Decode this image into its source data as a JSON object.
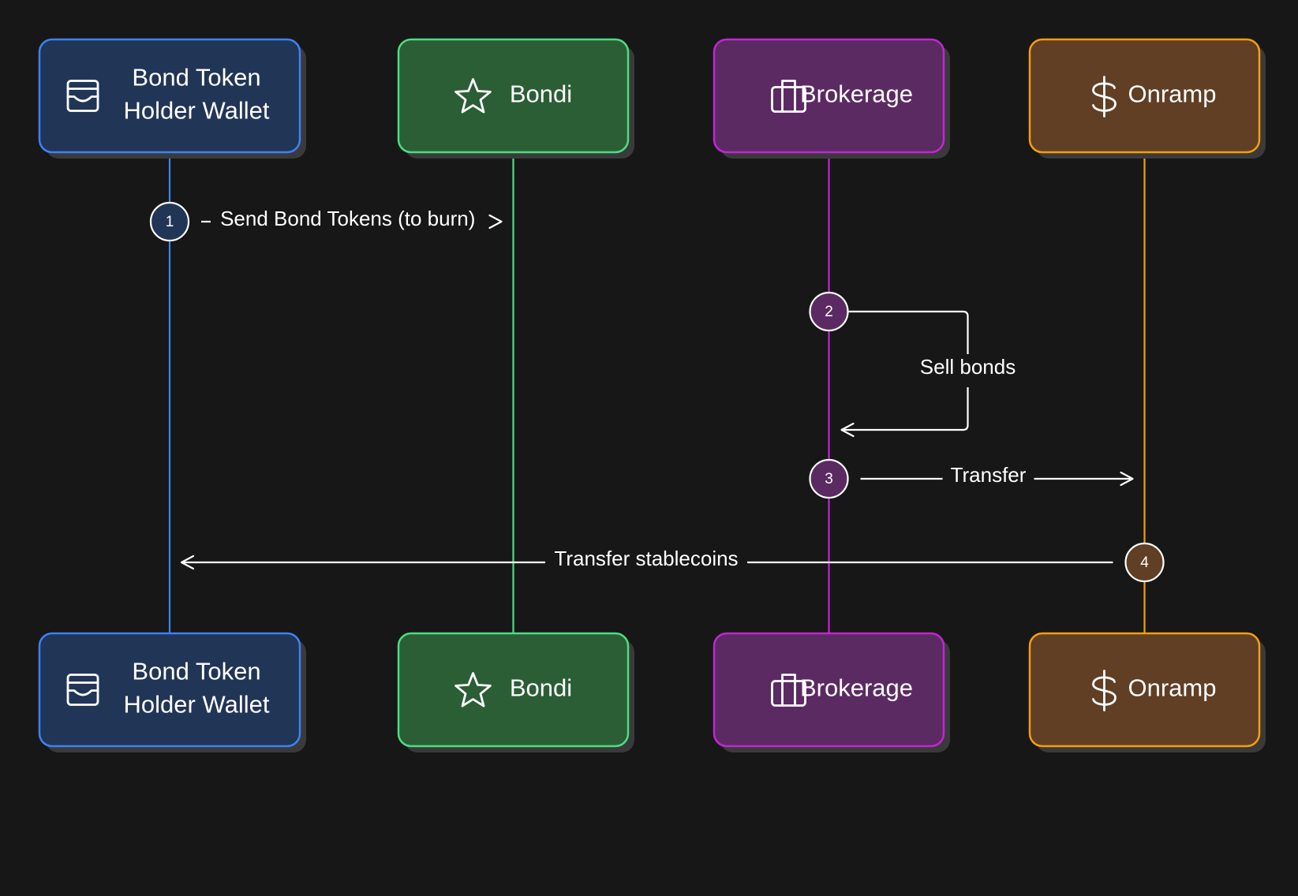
{
  "diagram": {
    "type": "sequence",
    "background": "#171717",
    "actors": [
      {
        "id": "wallet",
        "name": "Bond Token Holder Wallet",
        "lines": [
          "Bond Token",
          "Holder Wallet"
        ],
        "icon": "wallet-icon",
        "fill": "#213557",
        "stroke": "#3b82f6"
      },
      {
        "id": "bondi",
        "name": "Bondi",
        "lines": [
          "Bondi"
        ],
        "icon": "star-icon",
        "fill": "#2b5e35",
        "stroke": "#4ade80"
      },
      {
        "id": "brokerage",
        "name": "Brokerage",
        "lines": [
          "Brokerage"
        ],
        "icon": "briefcase-icon",
        "fill": "#5c2a63",
        "stroke": "#c026d3"
      },
      {
        "id": "onramp",
        "name": "Onramp",
        "lines": [
          "Onramp"
        ],
        "icon": "dollar-icon",
        "fill": "#603f25",
        "stroke": "#f59e0b"
      }
    ],
    "messages": [
      {
        "step": "1",
        "from": "wallet",
        "to": "bondi",
        "label": "Send Bond Tokens (to burn)"
      },
      {
        "step": "2",
        "from": "brokerage",
        "to": "brokerage",
        "label": "Sell bonds"
      },
      {
        "step": "3",
        "from": "brokerage",
        "to": "onramp",
        "label": "Transfer"
      },
      {
        "step": "4",
        "from": "onramp",
        "to": "wallet",
        "label": "Transfer stablecoins"
      }
    ]
  }
}
